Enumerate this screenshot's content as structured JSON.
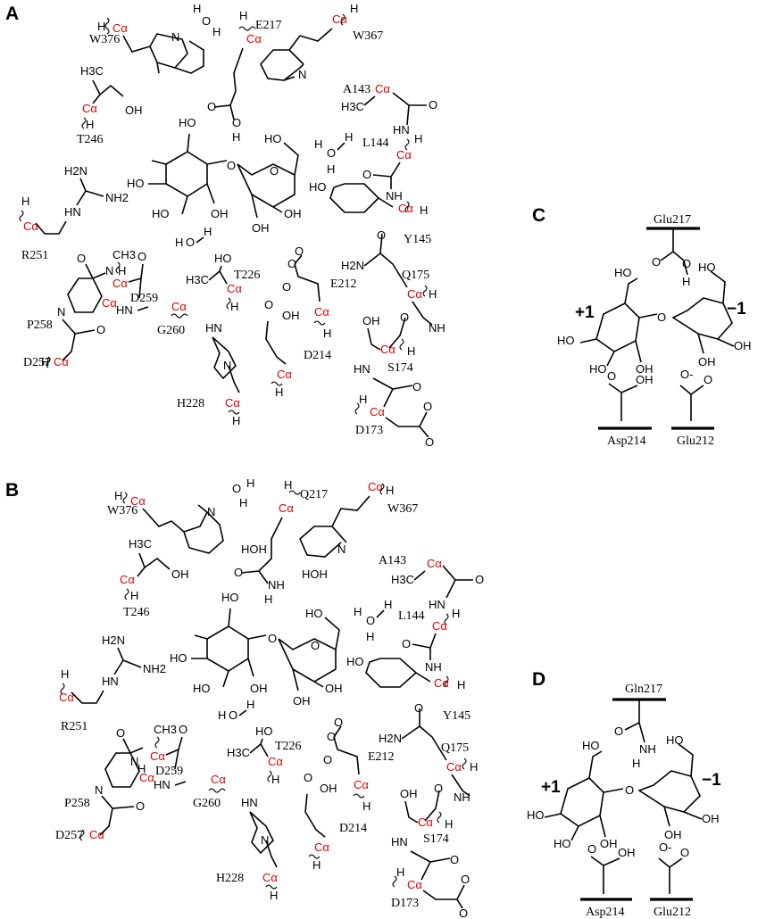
{
  "panels": {
    "A": "A",
    "B": "B",
    "C": "C",
    "D": "D"
  },
  "labels": {
    "ca": "Cα",
    "h": "H",
    "o": "O",
    "oh": "OH",
    "ho": "HO",
    "hoh": "HOH",
    "n": "N",
    "nh": "NH",
    "hn": "HN",
    "nh2": "NH2",
    "h2n": "H2N",
    "h3c": "H3C",
    "ch3": "CH3",
    "o_minus": "O-",
    "minus": "−"
  },
  "residues_A": {
    "W376": "W376",
    "E217": "E217",
    "W367": "W367",
    "T246": "T246",
    "A143": "A143",
    "L144": "L144",
    "R251": "R251",
    "Y145": "Y145",
    "T226": "T226",
    "E212": "E212",
    "Q175": "Q175",
    "D259": "D259",
    "P258": "P258",
    "G260": "G260",
    "D214": "D214",
    "S174": "S174",
    "D257": "D257",
    "H228": "H228",
    "D173": "D173"
  },
  "residues_B": {
    "W376": "W376",
    "Q217": "Q217",
    "W367": "W367",
    "T246": "T246",
    "A143": "A143",
    "L144": "L144",
    "R251": "R251",
    "Y145": "Y145",
    "T226": "T226",
    "E212": "E212",
    "Q175": "Q175",
    "D259": "D259",
    "P258": "P258",
    "G260": "G260",
    "D214": "D214",
    "S174": "S174",
    "D257": "D257",
    "H228": "H228",
    "D173": "D173"
  },
  "panel_C": {
    "top_residue": "Glu217",
    "left_residue": "Asp214",
    "right_residue": "Glu212",
    "subsite_plus": "+1",
    "subsite_minus": "−1"
  },
  "panel_D": {
    "top_residue": "Gln217",
    "left_residue": "Asp214",
    "right_residue": "Glu212",
    "subsite_plus": "+1",
    "subsite_minus": "−1"
  }
}
